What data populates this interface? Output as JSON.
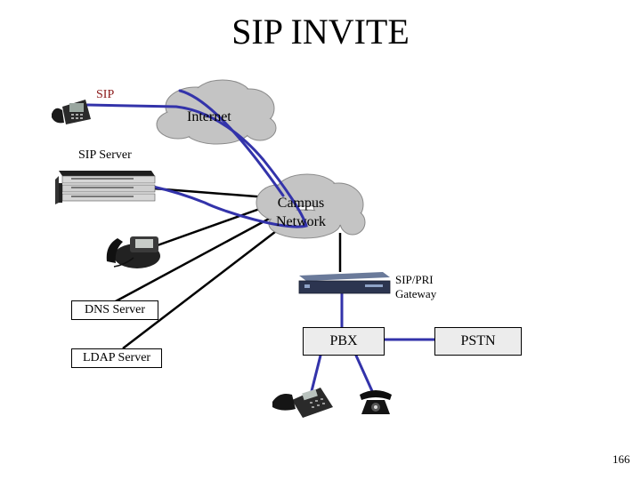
{
  "title": "SIP INVITE",
  "labels": {
    "sip": "SIP",
    "internet": "Internet",
    "sip_server": "SIP Server",
    "campus_line1": "Campus",
    "campus_line2": "Network",
    "gateway_line1": "SIP/PRI",
    "gateway_line2": "Gateway",
    "dns_server": "DNS Server",
    "ldap_server": "LDAP Server",
    "pbx": "PBX",
    "pstn": "PSTN"
  },
  "page_number": "166",
  "colors": {
    "signal_path": "#3333aa",
    "connection_line": "#000000",
    "cloud_fill": "#c4c4c4",
    "sip_label": "#8b1a1a",
    "box_fill": "#ececec"
  },
  "icons": [
    "ip-phone-icon",
    "server-stack-icon",
    "conference-phone-icon",
    "gateway-device-icon",
    "desk-phone-icon",
    "analog-phone-icon",
    "cloud-icon"
  ]
}
